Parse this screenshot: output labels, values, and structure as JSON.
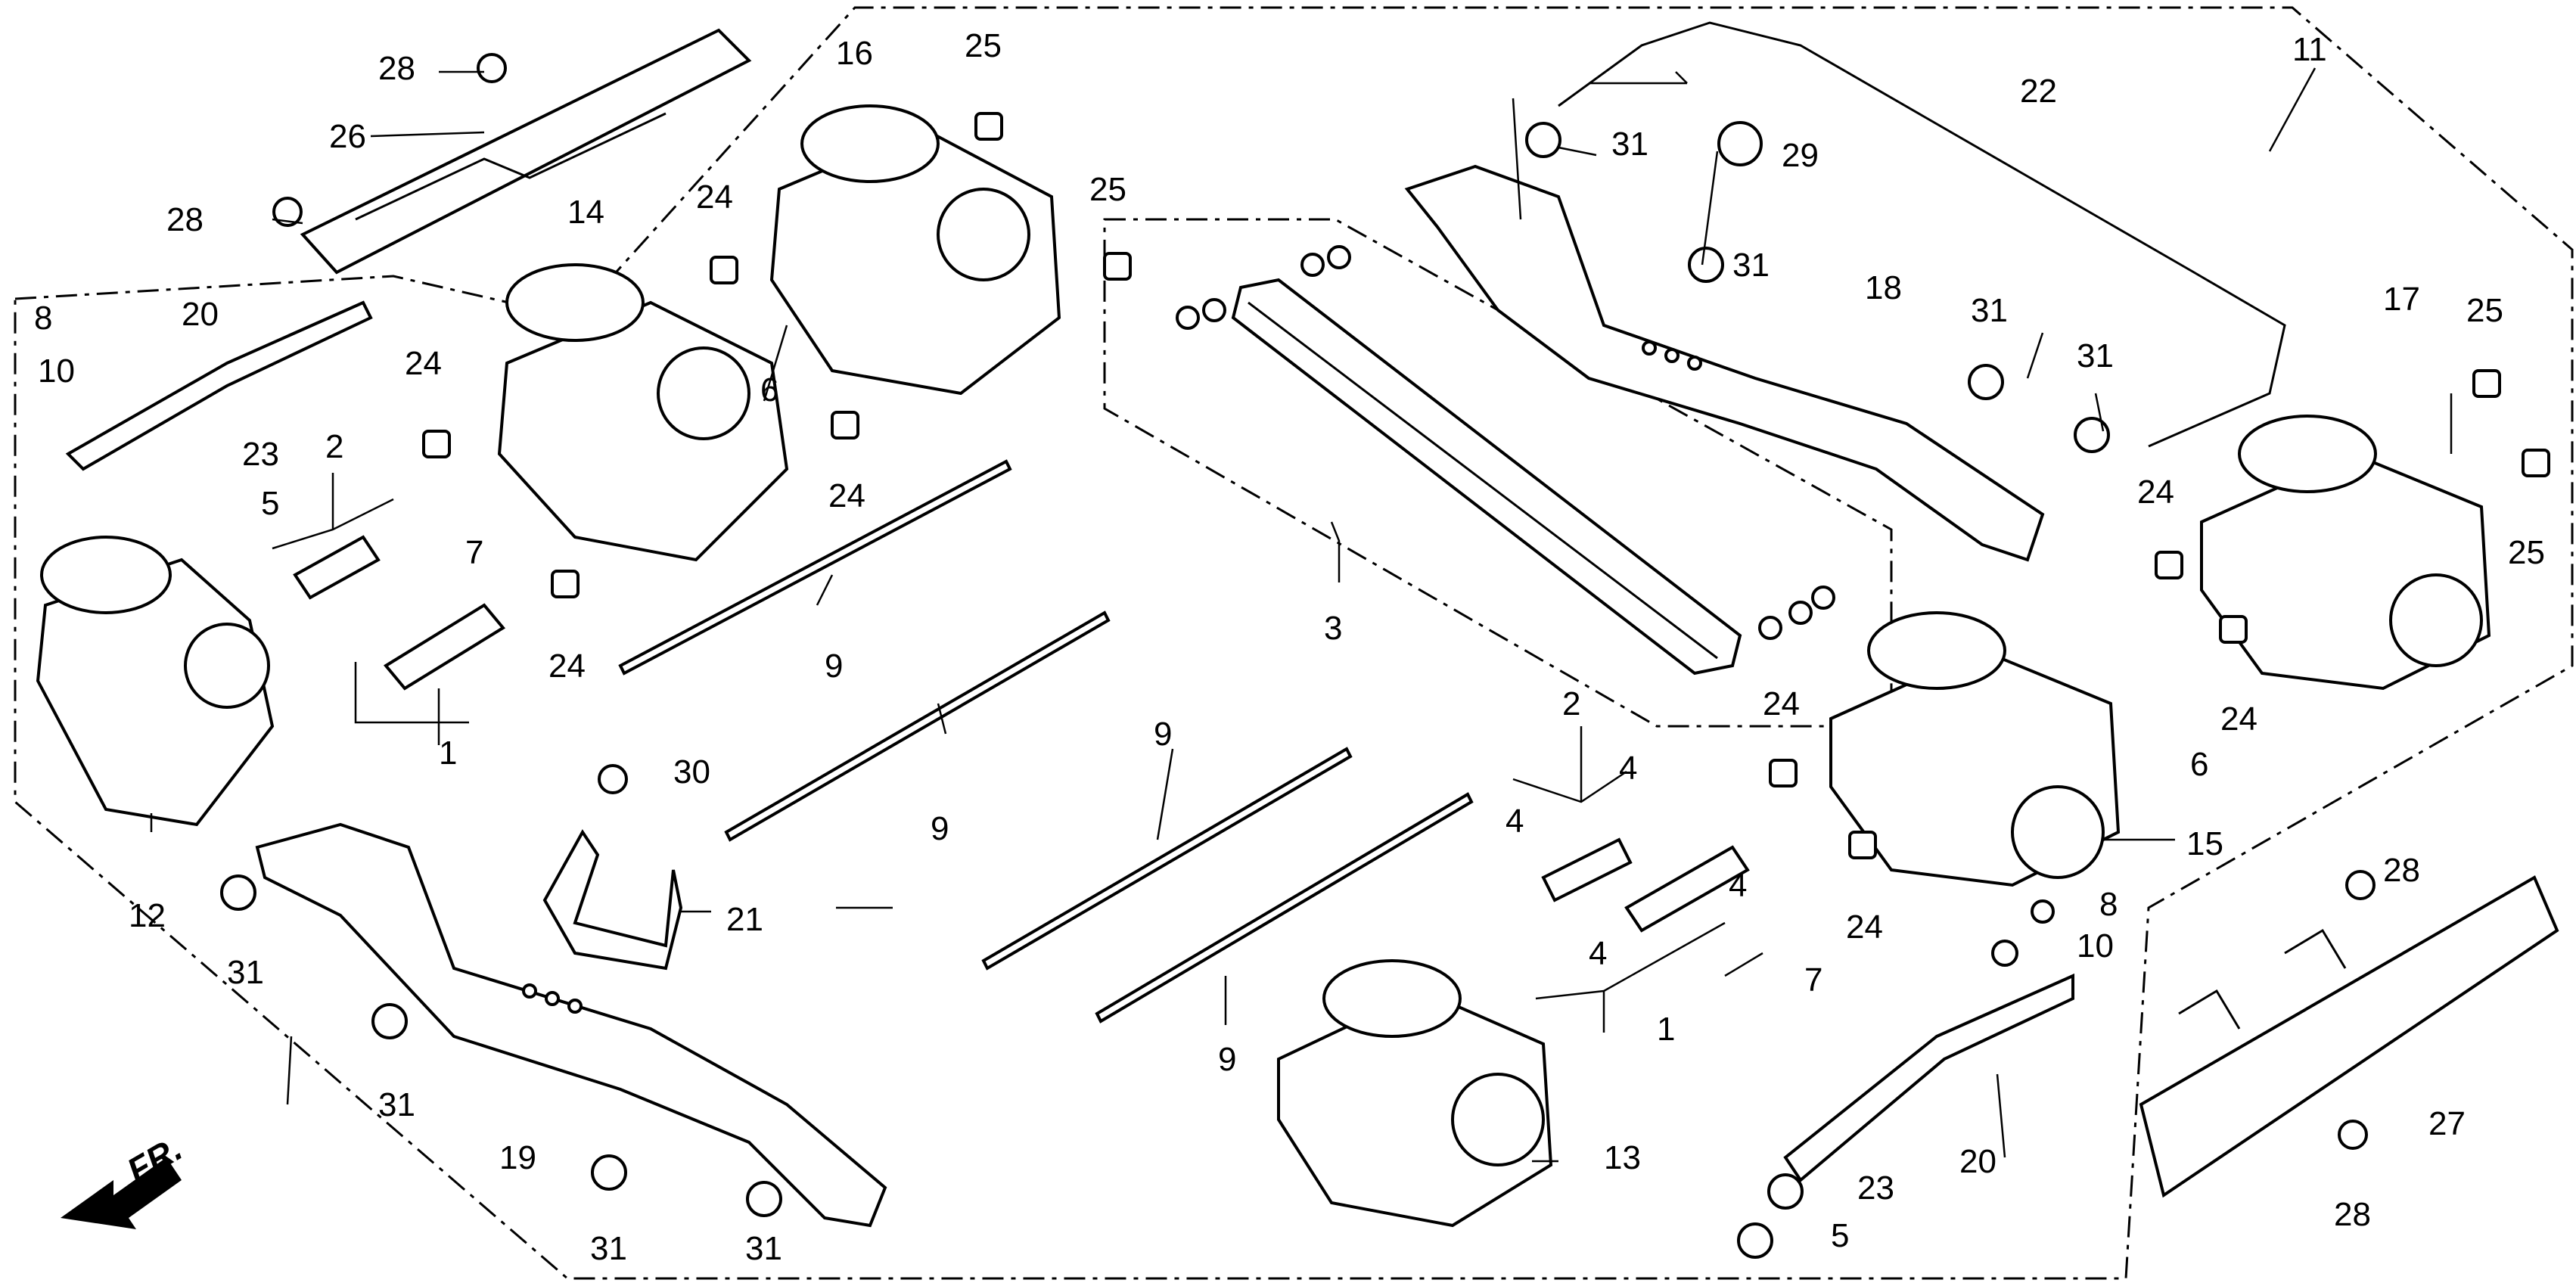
{
  "diagram": {
    "callouts": [
      "1",
      "2",
      "3",
      "4",
      "5",
      "6",
      "7",
      "8",
      "9",
      "10",
      "11",
      "12",
      "13",
      "14",
      "15",
      "16",
      "17",
      "18",
      "19",
      "20",
      "21",
      "22",
      "23",
      "24",
      "25",
      "26",
      "27",
      "28",
      "29",
      "30",
      "31"
    ],
    "direction_label": "FR."
  },
  "colors": {
    "line": "#000000",
    "background": "#ffffff"
  }
}
